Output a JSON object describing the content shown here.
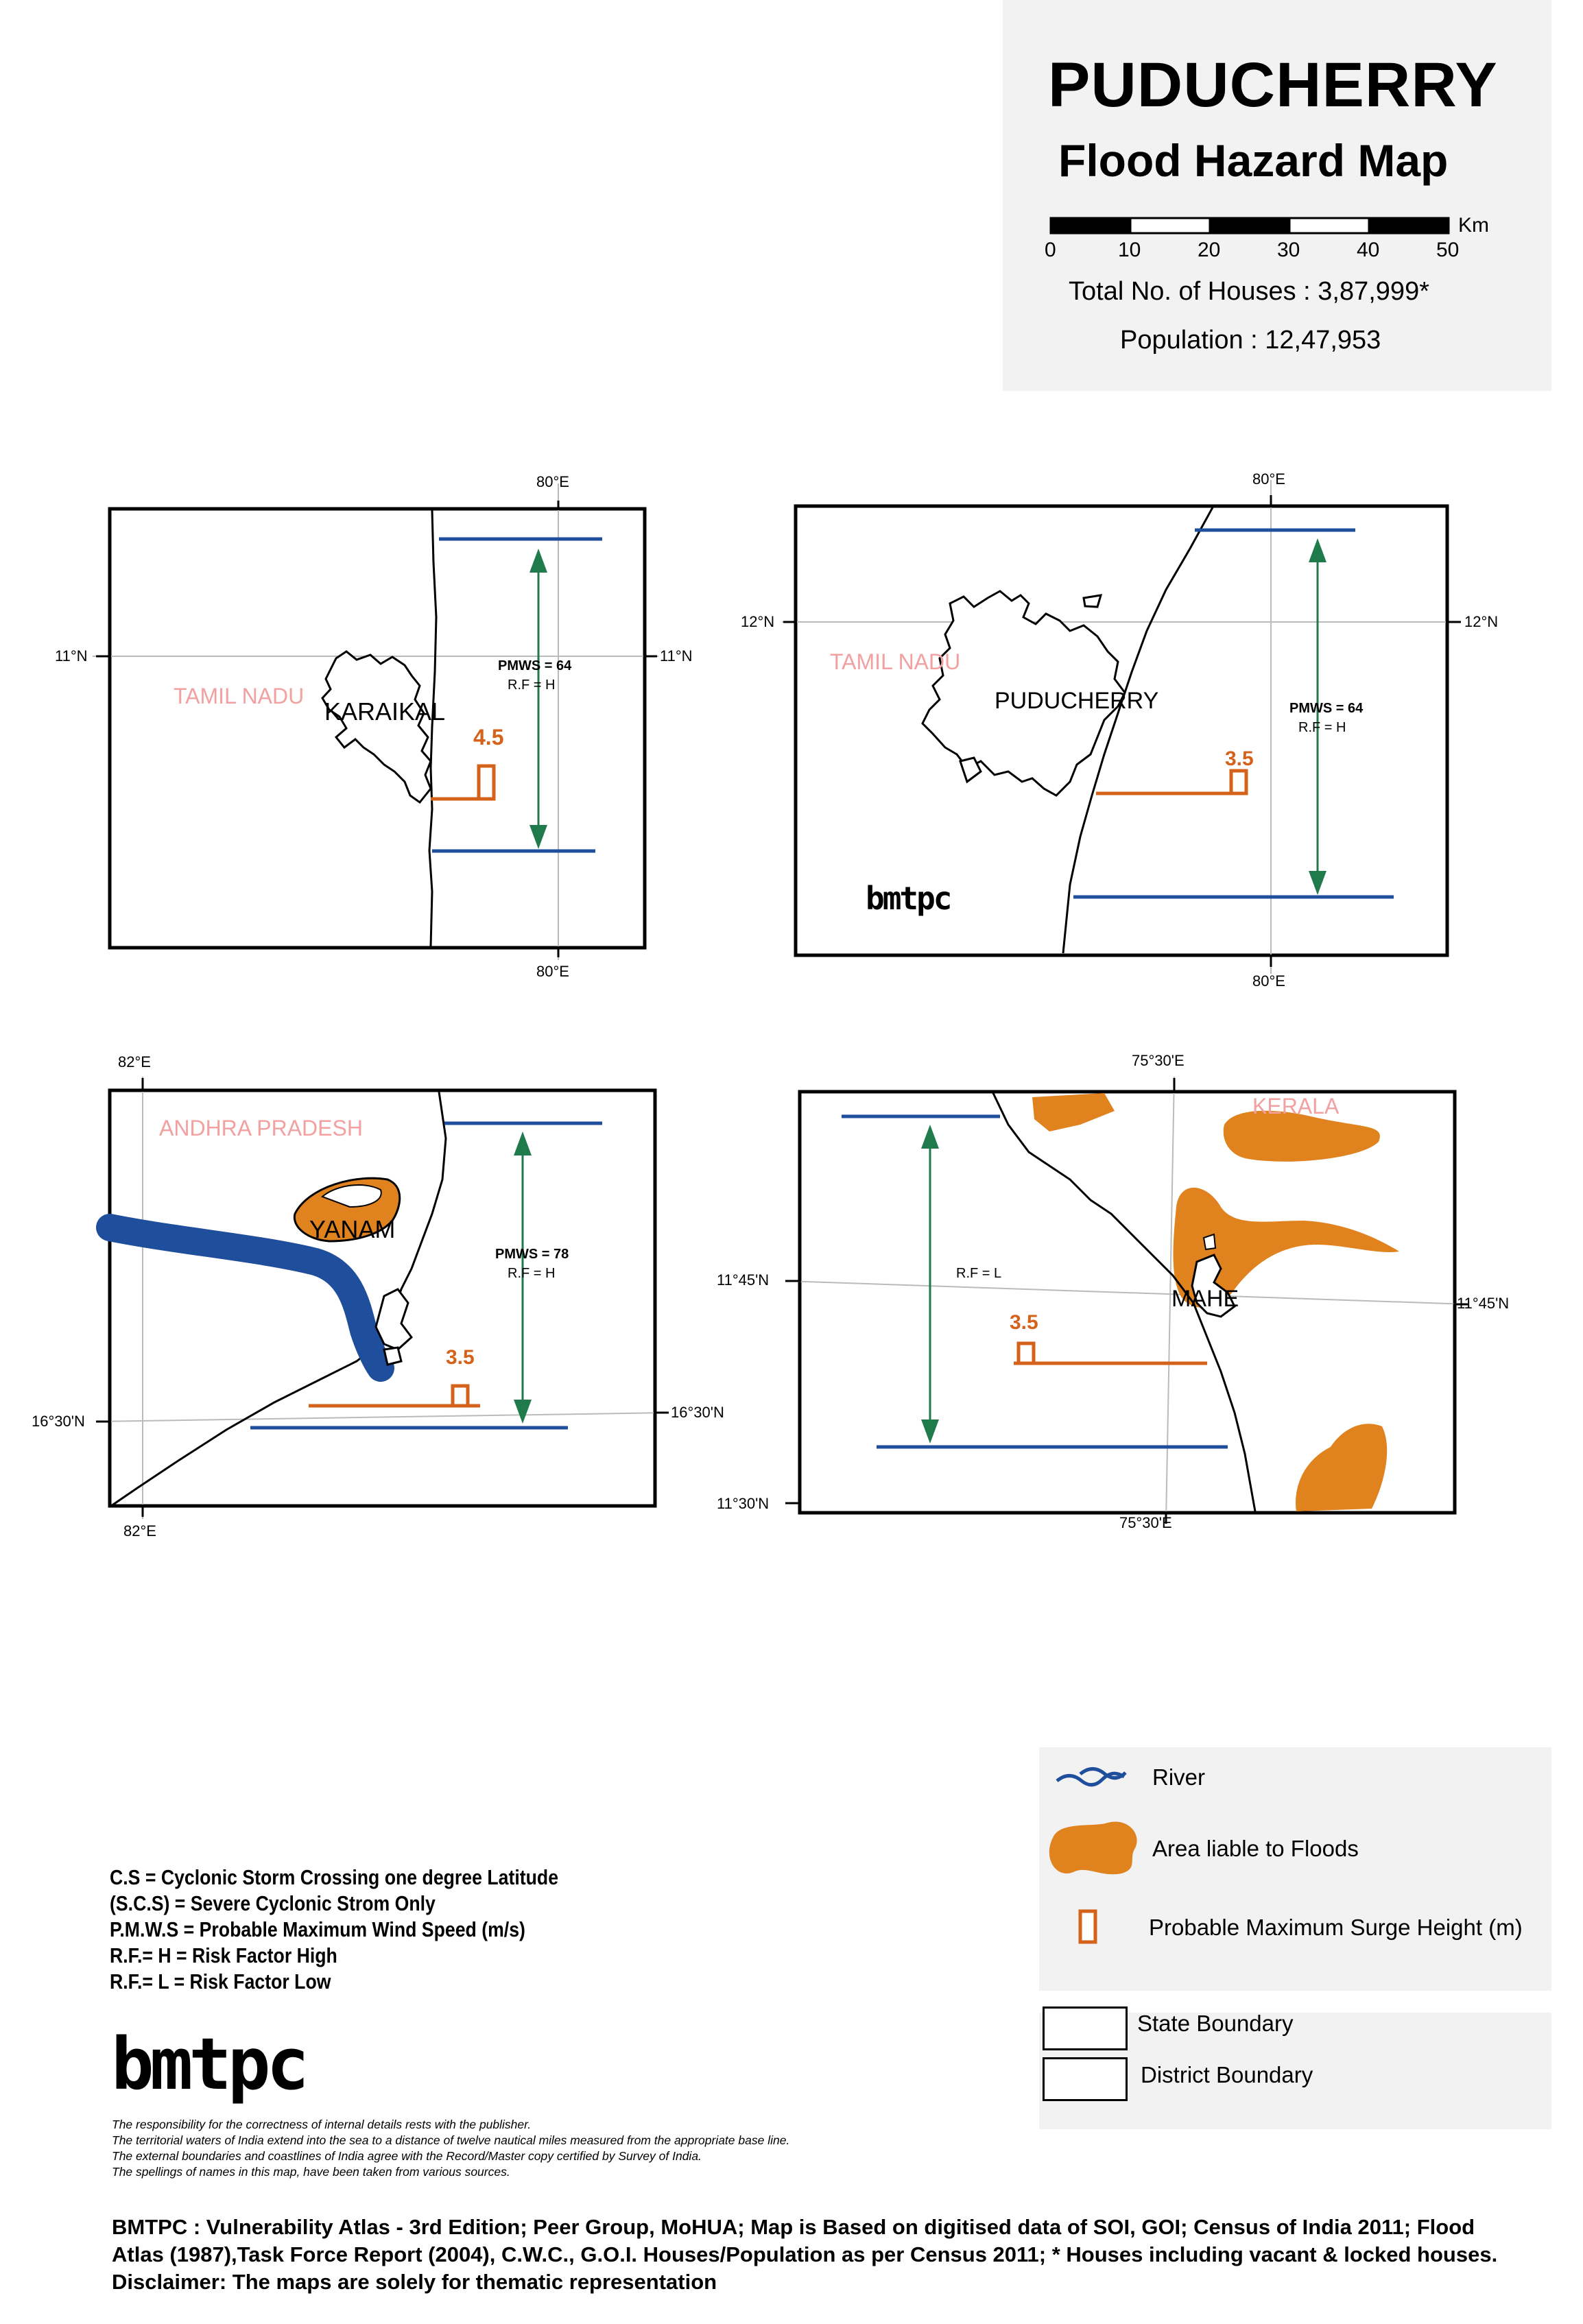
{
  "header": {
    "title": "PUDUCHERRY",
    "subtitle": "Flood Hazard Map",
    "scale_unit": "Km",
    "scale_ticks": [
      "0",
      "10",
      "20",
      "30",
      "40",
      "50"
    ],
    "houses": "Total No. of Houses : 3,87,999*",
    "population": "Population : 12,47,953"
  },
  "panels": {
    "karaikal": {
      "lon_top": "80°E",
      "lon_bottom": "80°E",
      "lat_left": "11°N",
      "lat_right": "11°N",
      "state": "TAMIL NADU",
      "district": "KARAIKAL",
      "pmws": "PMWS = 64",
      "rf": "R.F = H",
      "surge": "4.5"
    },
    "puducherry": {
      "lon_top": "80°E",
      "lon_bottom": "80°E",
      "lat_left": "12°N",
      "lat_right": "12°N",
      "state": "TAMIL NADU",
      "district": "PUDUCHERRY",
      "pmws": "PMWS = 64",
      "rf": "R.F = H",
      "surge": "3.5",
      "logo": "bmtpc"
    },
    "yanam": {
      "lon_top": "82°E",
      "lon_bottom": "82°E",
      "lat_left": "16°30'N",
      "lat_right": "16°30'N",
      "state": "ANDHRA PRADESH",
      "district": "YANAM",
      "pmws": "PMWS = 78",
      "rf": "R.F = H",
      "surge": "3.5"
    },
    "mahe": {
      "lon_top": "75°30'E",
      "lon_bottom": "75°30'E",
      "lat_left": "11°45'N",
      "lat_right": "11°45'N",
      "lat_bottom": "11°30'N",
      "state": "KERALA",
      "district": "MAHE",
      "rf": "R.F = L",
      "surge": "3.5"
    }
  },
  "legend": {
    "river": "River",
    "flood": "Area liable to Floods",
    "surge": "Probable Maximum Surge Height (m)",
    "state_boundary": "State Boundary",
    "district_boundary": "District Boundary"
  },
  "abbreviations": [
    "C.S         = Cyclonic Storm Crossing one degree Latitude",
    "(S.C.S)    = Severe Cyclonic Strom Only",
    "P.M.W.S = Probable Maximum Wind Speed (m/s)",
    "R.F.= H    = Risk Factor High",
    "R.F.= L    = Risk Factor Low"
  ],
  "footer_logo": "bmtpc",
  "disclaimers": [
    "The responsibility for the correctness of internal details rests with the publisher.",
    "The territorial waters of India extend into the sea to a distance of twelve nautical miles measured from the appropriate base line.",
    "The external boundaries and coastlines of India agree with the Record/Master copy certified by Survey of India.",
    "The spellings of names in this map, have been taken from various sources."
  ],
  "credit": "BMTPC : Vulnerability Atlas - 3rd Edition; Peer Group, MoHUA; Map is Based on digitised data of SOI, GOI; Census of India 2011; Flood Atlas (1987),Task Force Report (2004), C.W.C., G.O.I. Houses/Population as per Census 2011; * Houses including vacant & locked houses. Disclaimer: The maps are solely for thematic representation",
  "colors": {
    "river": "#1f4e9c",
    "flood": "#e0821e",
    "surge": "#d4621a",
    "arrow": "#1f7a4c",
    "state_label": "#f2a0a0"
  }
}
